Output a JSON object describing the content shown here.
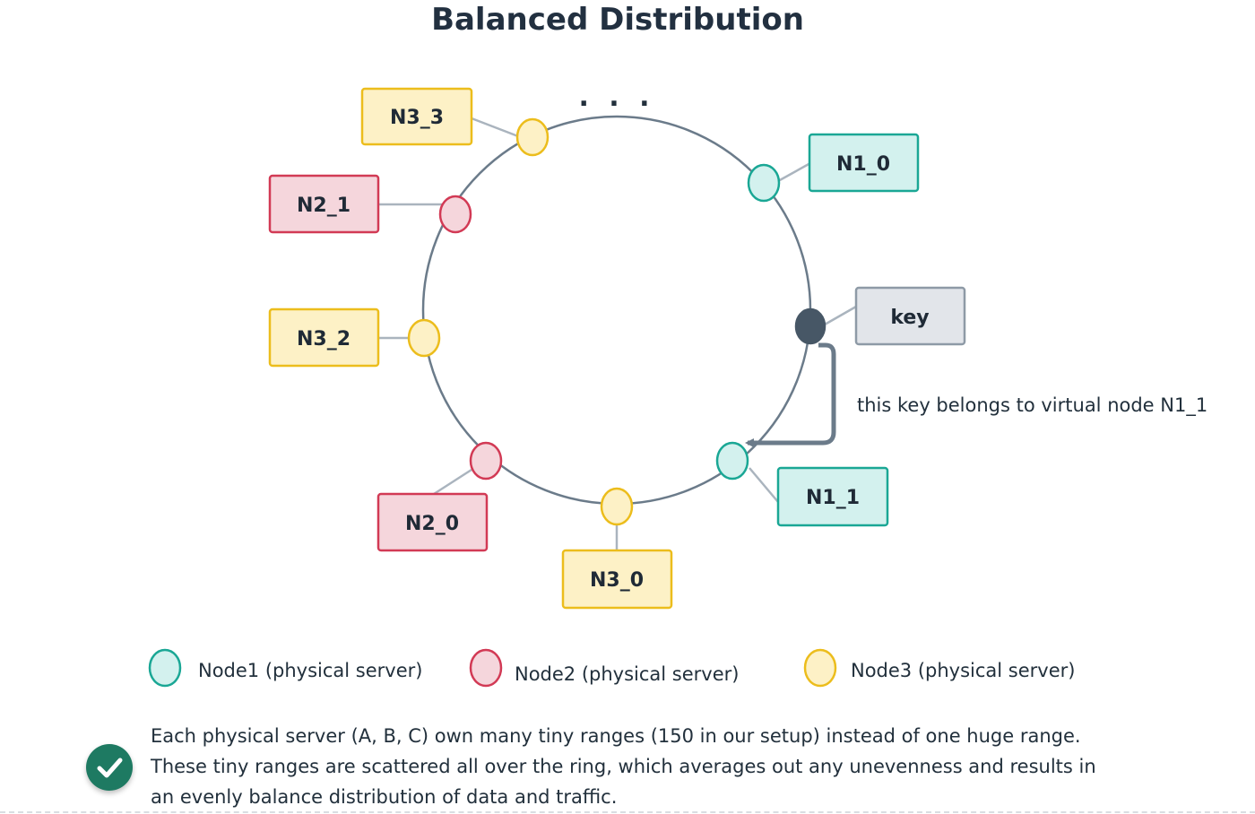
{
  "title": "Balanced Distribution",
  "ellipsis": ". . .",
  "colors": {
    "ring": "#6b7b8a",
    "connector": "#aab4be",
    "node1_fill": "#d3f1ee",
    "node1_stroke": "#1aa795",
    "node2_fill": "#f5d6dc",
    "node2_stroke": "#d23a55",
    "node3_fill": "#fdf1c6",
    "node3_stroke": "#ecbd1c",
    "key_fill": "#475766",
    "key_box_fill": "#e2e5ea",
    "key_box_stroke": "#8e9aa6",
    "arrow": "#6b7b8a",
    "check_badge": "#1e7a62"
  },
  "virtual_nodes": [
    {
      "label": "N3_3",
      "node": 3
    },
    {
      "label": "N1_0",
      "node": 1
    },
    {
      "label": "N2_1",
      "node": 2
    },
    {
      "label": "N3_2",
      "node": 3
    },
    {
      "label": "N2_0",
      "node": 2
    },
    {
      "label": "N3_0",
      "node": 3
    },
    {
      "label": "N1_1",
      "node": 1
    }
  ],
  "key": {
    "label": "key"
  },
  "annotation": "this key belongs to virtual node N1_1",
  "legend": [
    {
      "label": "Node1 (physical server)",
      "node": 1
    },
    {
      "label": "Node2 (physical server)",
      "node": 2
    },
    {
      "label": "Node3 (physical server)",
      "node": 3
    }
  ],
  "note": {
    "icon": "check-icon",
    "lines": [
      "Each physical server (A, B, C) own many tiny ranges (150 in our setup) instead of one huge range.",
      "These tiny ranges are scattered all over the ring, which averages out any unevenness and results in",
      "an evenly balance distribution of data and traffic."
    ]
  }
}
